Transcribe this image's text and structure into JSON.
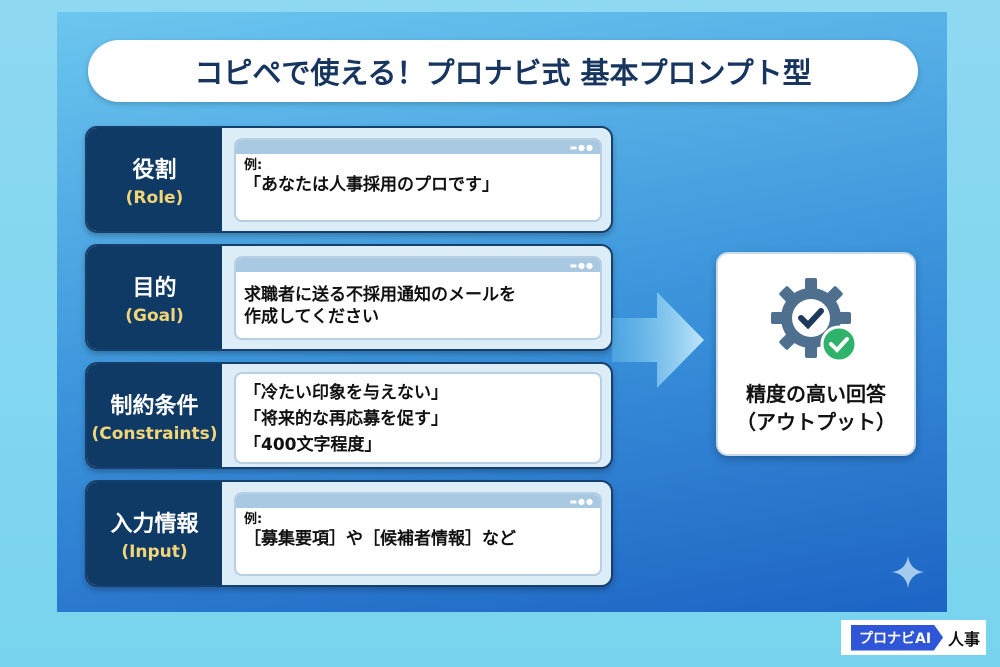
{
  "title": "コピペで使える！プロナビ式 基本プロンプト型",
  "rows": [
    {
      "label": "役割",
      "label_en": "(Role)",
      "example": "例:",
      "lines": [
        "「あなたは人事採用のプロです」"
      ]
    },
    {
      "label": "目的",
      "label_en": "(Goal)",
      "lines": [
        "求職者に送る不採用通知のメールを",
        "作成してください"
      ]
    },
    {
      "label": "制約条件",
      "label_en": "(Constraints)",
      "lines": [
        "「冷たい印象を与えない」",
        "「将来的な再応募を促す」",
        "「400文字程度」"
      ]
    },
    {
      "label": "入力情報",
      "label_en": "(Input)",
      "example": "例:",
      "lines": [
        "［募集要項］や［候補者情報］など"
      ]
    }
  ],
  "output": {
    "line1": "精度の高い回答",
    "line2": "（アウトプット）",
    "icon": "gear-check-icon"
  },
  "logo": {
    "brand": "プロナビAI",
    "suffix": "人事"
  },
  "colors": {
    "navy": "#0f3a66",
    "accent": "#f2d577",
    "check": "#2fb36b"
  }
}
